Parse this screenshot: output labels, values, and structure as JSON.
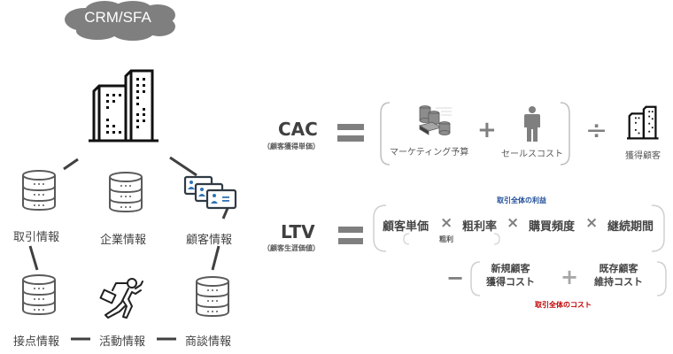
{
  "left": {
    "cloud_label": "CRM/SFA",
    "center_icon": "office-building-icon",
    "nodes": [
      {
        "label": "取引情報",
        "icon": "database-icon"
      },
      {
        "label": "企業情報",
        "icon": "database-icon"
      },
      {
        "label": "顧客情報",
        "icon": "business-cards-icon"
      },
      {
        "label": "接点情報",
        "icon": "database-icon"
      },
      {
        "label": "活動情報",
        "icon": "running-businessman-icon"
      },
      {
        "label": "商談情報",
        "icon": "database-icon"
      }
    ]
  },
  "cac": {
    "title": "CAC",
    "subtitle": "（顧客獲得単価）",
    "equals": "=",
    "marketing_label": "マーケティング予算",
    "plus": "+",
    "sales_label": "セールスコスト",
    "divide": "÷",
    "acquired_label": "獲得顧客"
  },
  "ltv": {
    "title": "LTV",
    "subtitle": "（顧客生涯価値）",
    "equals": "=",
    "profit_note": "取引全体の利益",
    "terms": [
      "顧客単価",
      "粗利率",
      "購買頻度",
      "継続期間"
    ],
    "times": "×",
    "gross_profit_note": "粗利",
    "minus": "−",
    "cost_terms": [
      {
        "line1": "新規顧客",
        "line2": "獲得コスト"
      },
      {
        "line1": "既存顧客",
        "line2": "維持コスト"
      }
    ],
    "cost_plus": "+",
    "cost_note": "取引全体のコスト"
  },
  "colors": {
    "cloud": "#7f7f7f",
    "operator": "#7f7f7f",
    "profit_note": "#1f4e9a",
    "cost_note": "#c00000",
    "card_accent": "#2e75b6"
  }
}
